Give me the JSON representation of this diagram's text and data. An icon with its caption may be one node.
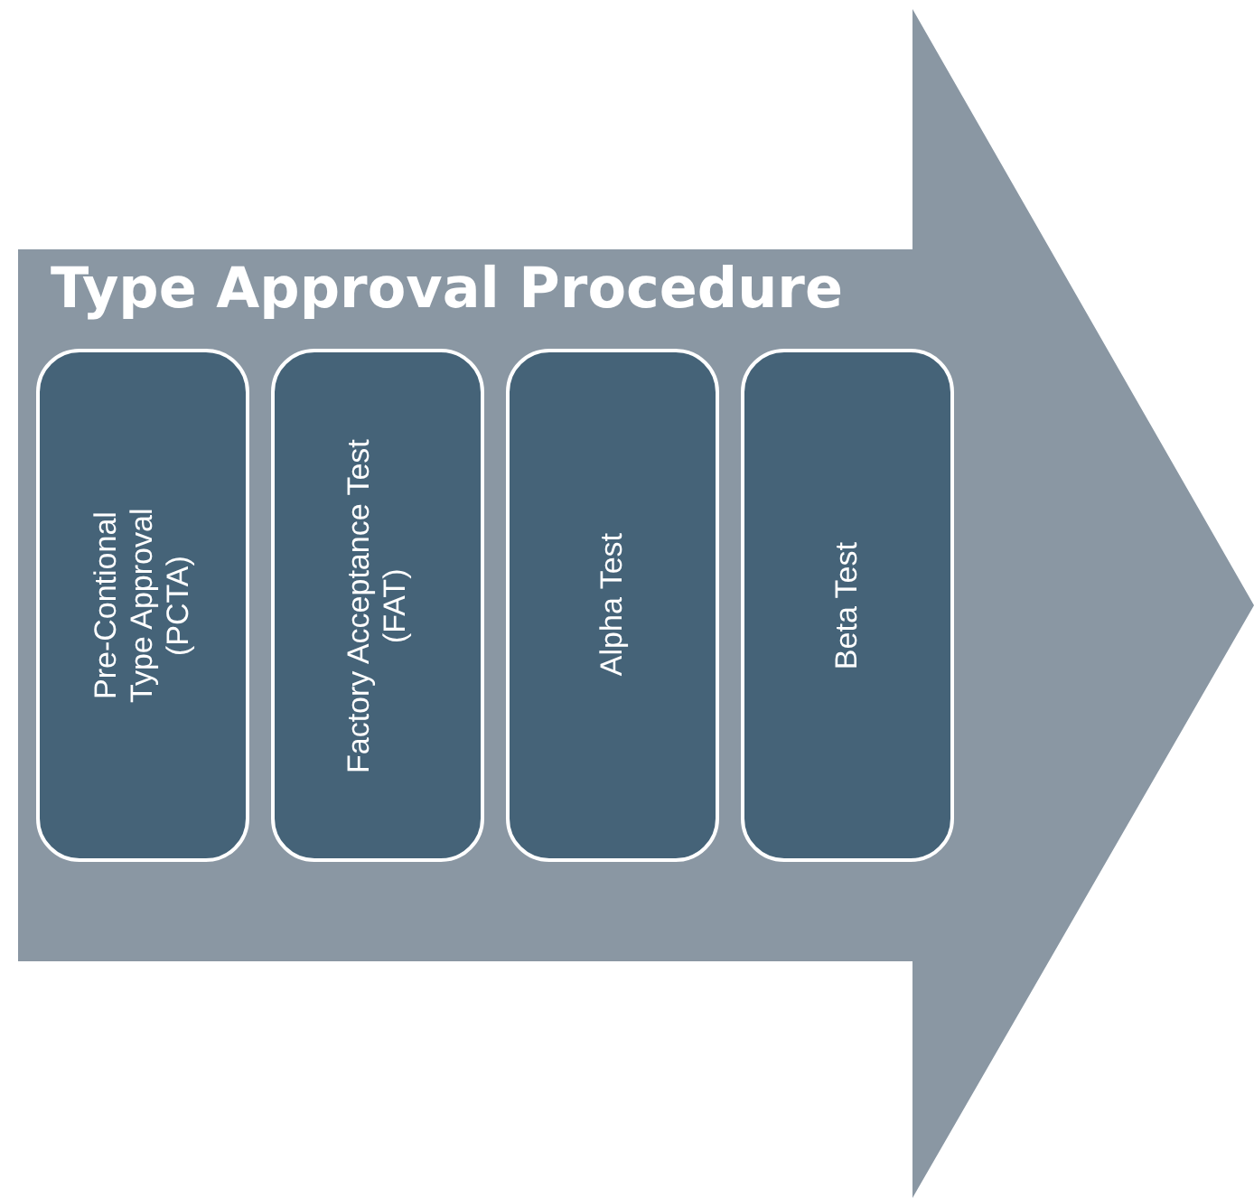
{
  "diagram": {
    "nodes": [
      {
        "text": [
          "Type Approval Procedure"
        ]
      },
      {
        "text": [
          "Pre-Contional Type Approval (PCTA)"
        ],
        "in": 0
      },
      {
        "text": [
          "Factory Acceptance Test (FAT)"
        ],
        "in": 0
      },
      {
        "text": [
          "Alpha Test"
        ],
        "in": 0
      },
      {
        "text": [
          "Beta Test"
        ],
        "in": 0
      }
    ]
  }
}
